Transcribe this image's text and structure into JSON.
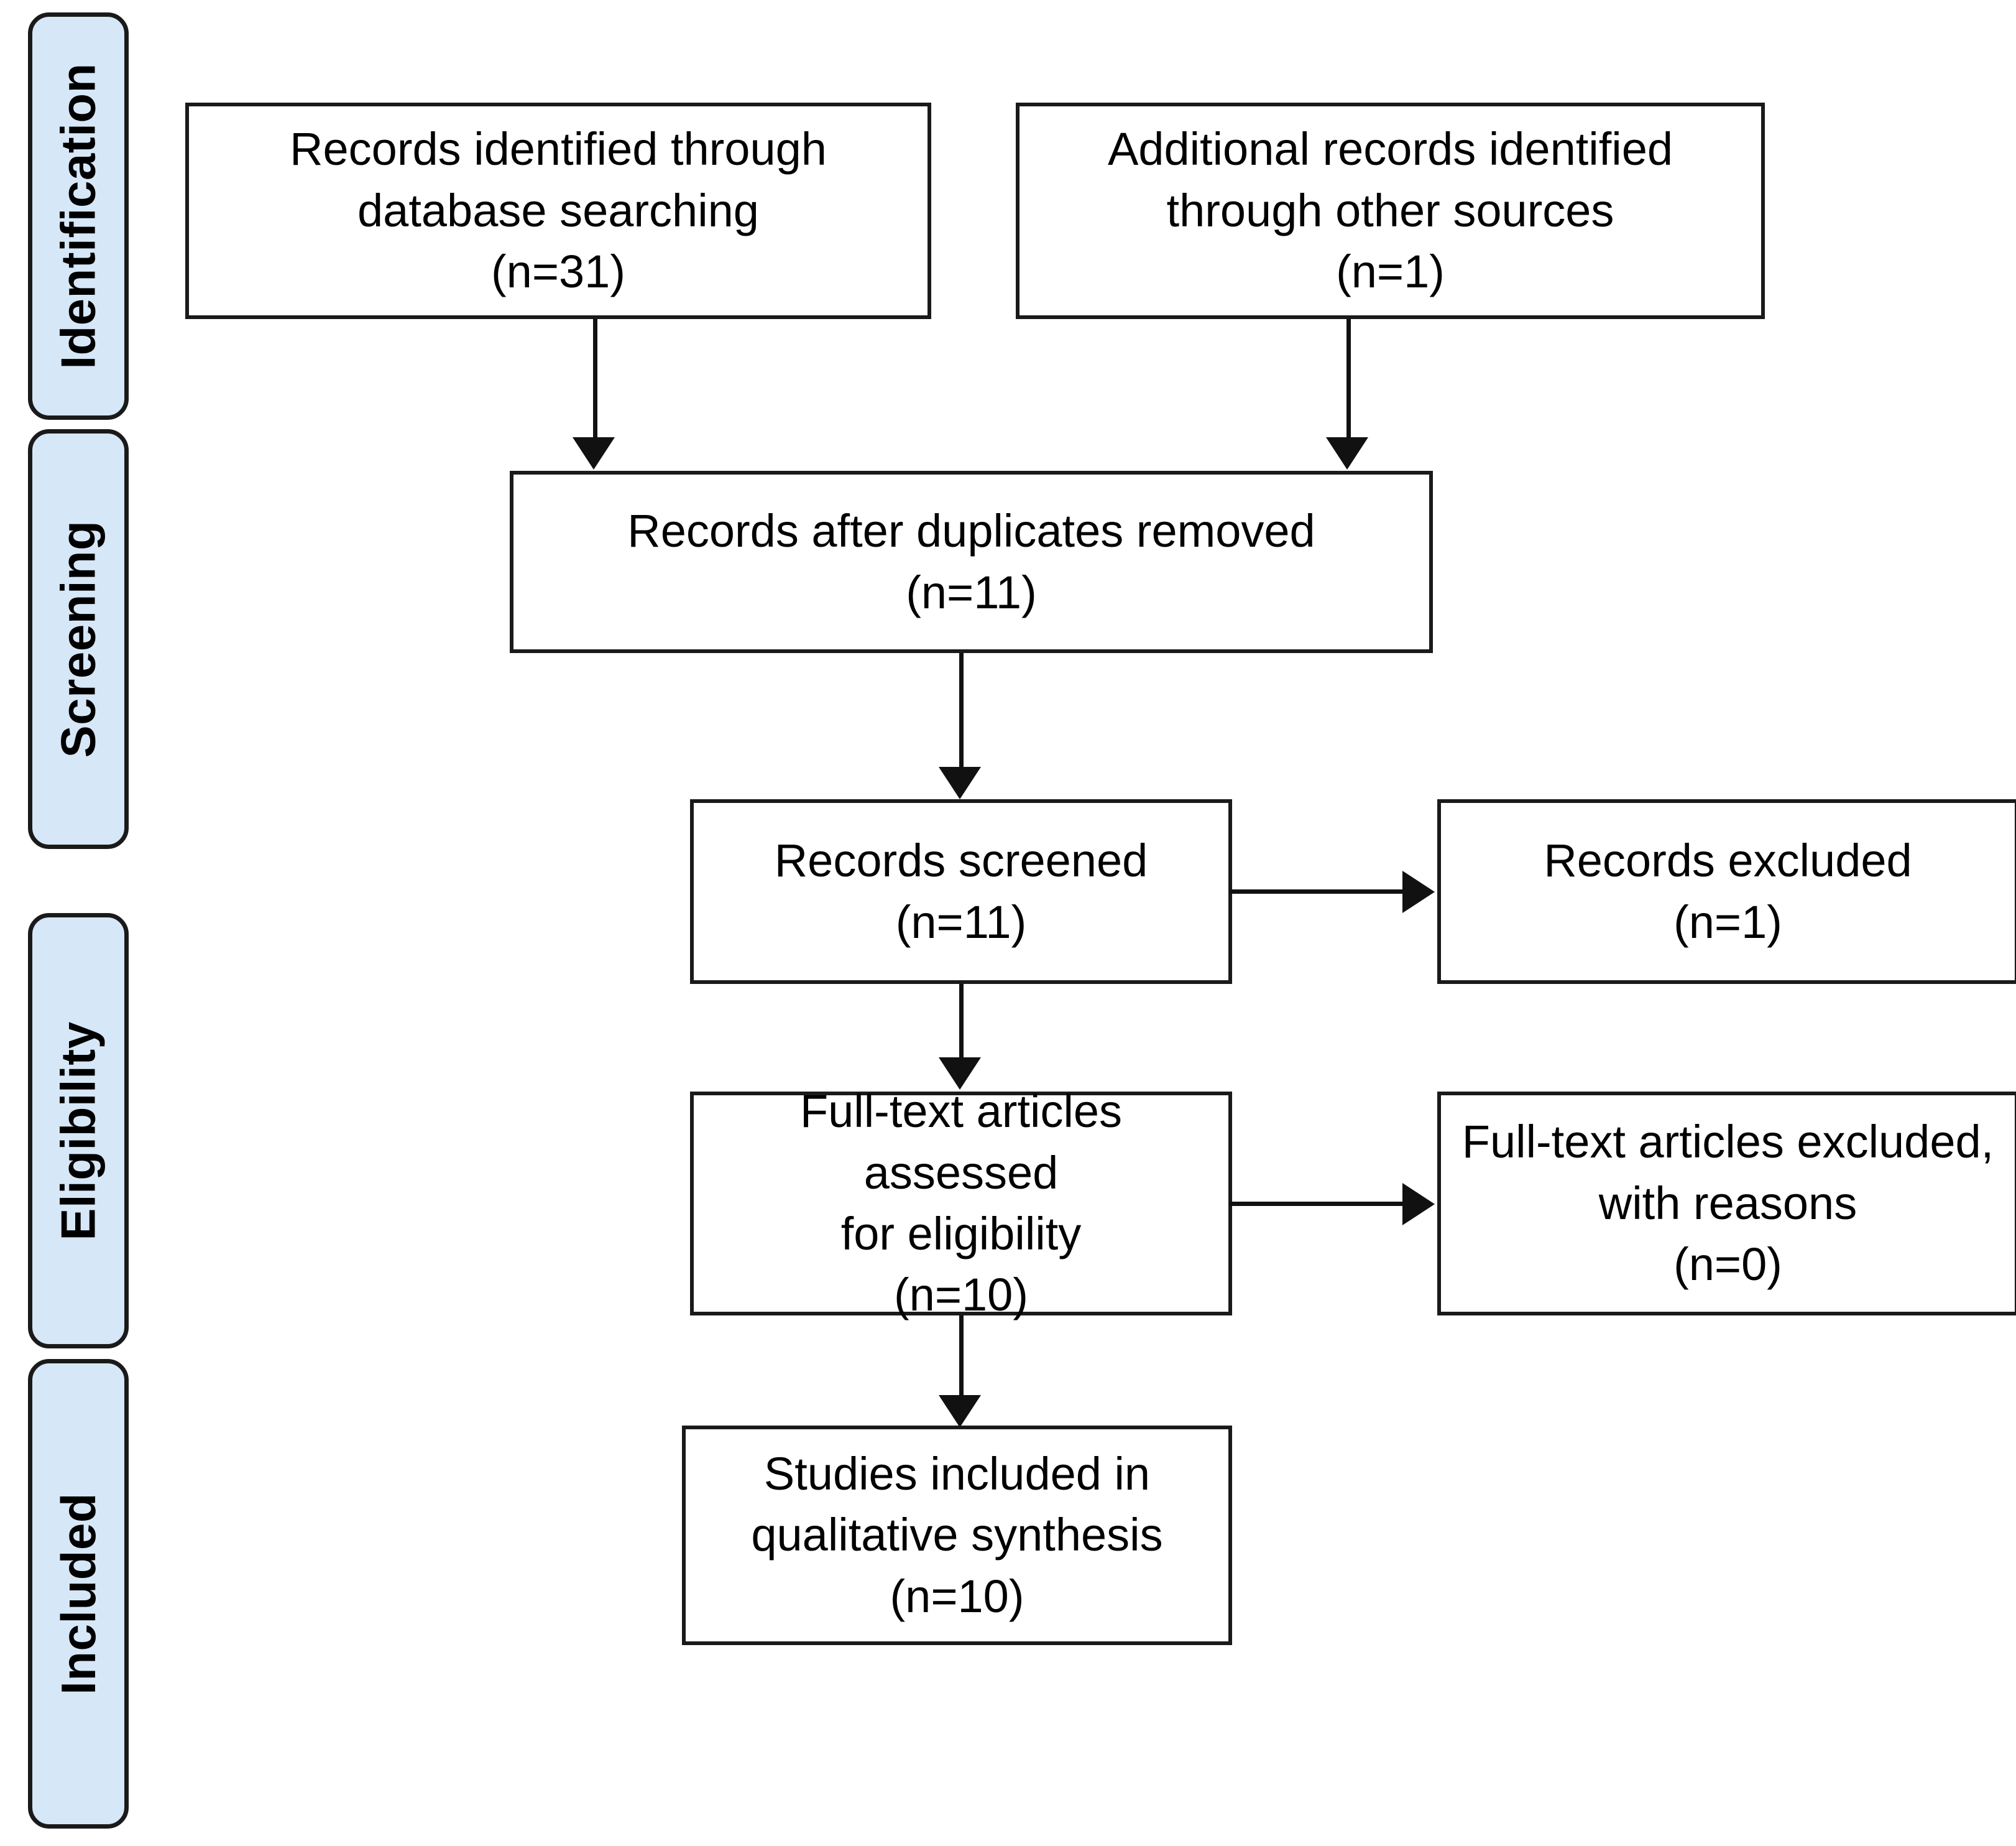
{
  "diagram": {
    "type": "prisma-flow-diagram",
    "title": "PRISMA flow diagram",
    "stages": [
      {
        "id": "identification",
        "label": "Identification"
      },
      {
        "id": "screening",
        "label": "Screening"
      },
      {
        "id": "eligibility",
        "label": "Eligibility"
      },
      {
        "id": "included",
        "label": "Included"
      }
    ],
    "nodes": {
      "db_search": {
        "line1": "Records identified through",
        "line2": "database searching",
        "count": "(n=31)"
      },
      "other_sources": {
        "line1": "Additional records identified",
        "line2": "through other sources",
        "count": "(n=1)"
      },
      "duplicates_removed": {
        "line1": "Records after duplicates removed",
        "count": "(n=11)"
      },
      "records_screened": {
        "line1": "Records screened",
        "count": "(n=11)"
      },
      "records_excluded": {
        "line1": "Records excluded",
        "count": "(n=1)"
      },
      "fulltext_assessed": {
        "line1": "Full-text articles assessed",
        "line2": "for eligibility",
        "count": "(n=10)"
      },
      "fulltext_excluded": {
        "line1": "Full-text articles excluded,",
        "line2": "with reasons",
        "count": "(n=0)"
      },
      "studies_included": {
        "line1": "Studies included in",
        "line2": "qualitative synthesis",
        "count": "(n=10)"
      }
    },
    "colors": {
      "stage_fill": "#d6e7f8",
      "stage_border": "#1a1a1a",
      "box_fill": "#ffffff",
      "box_border": "#1a1a1a",
      "connector": "#111111",
      "text": "#000000",
      "background": "#ffffff"
    }
  }
}
